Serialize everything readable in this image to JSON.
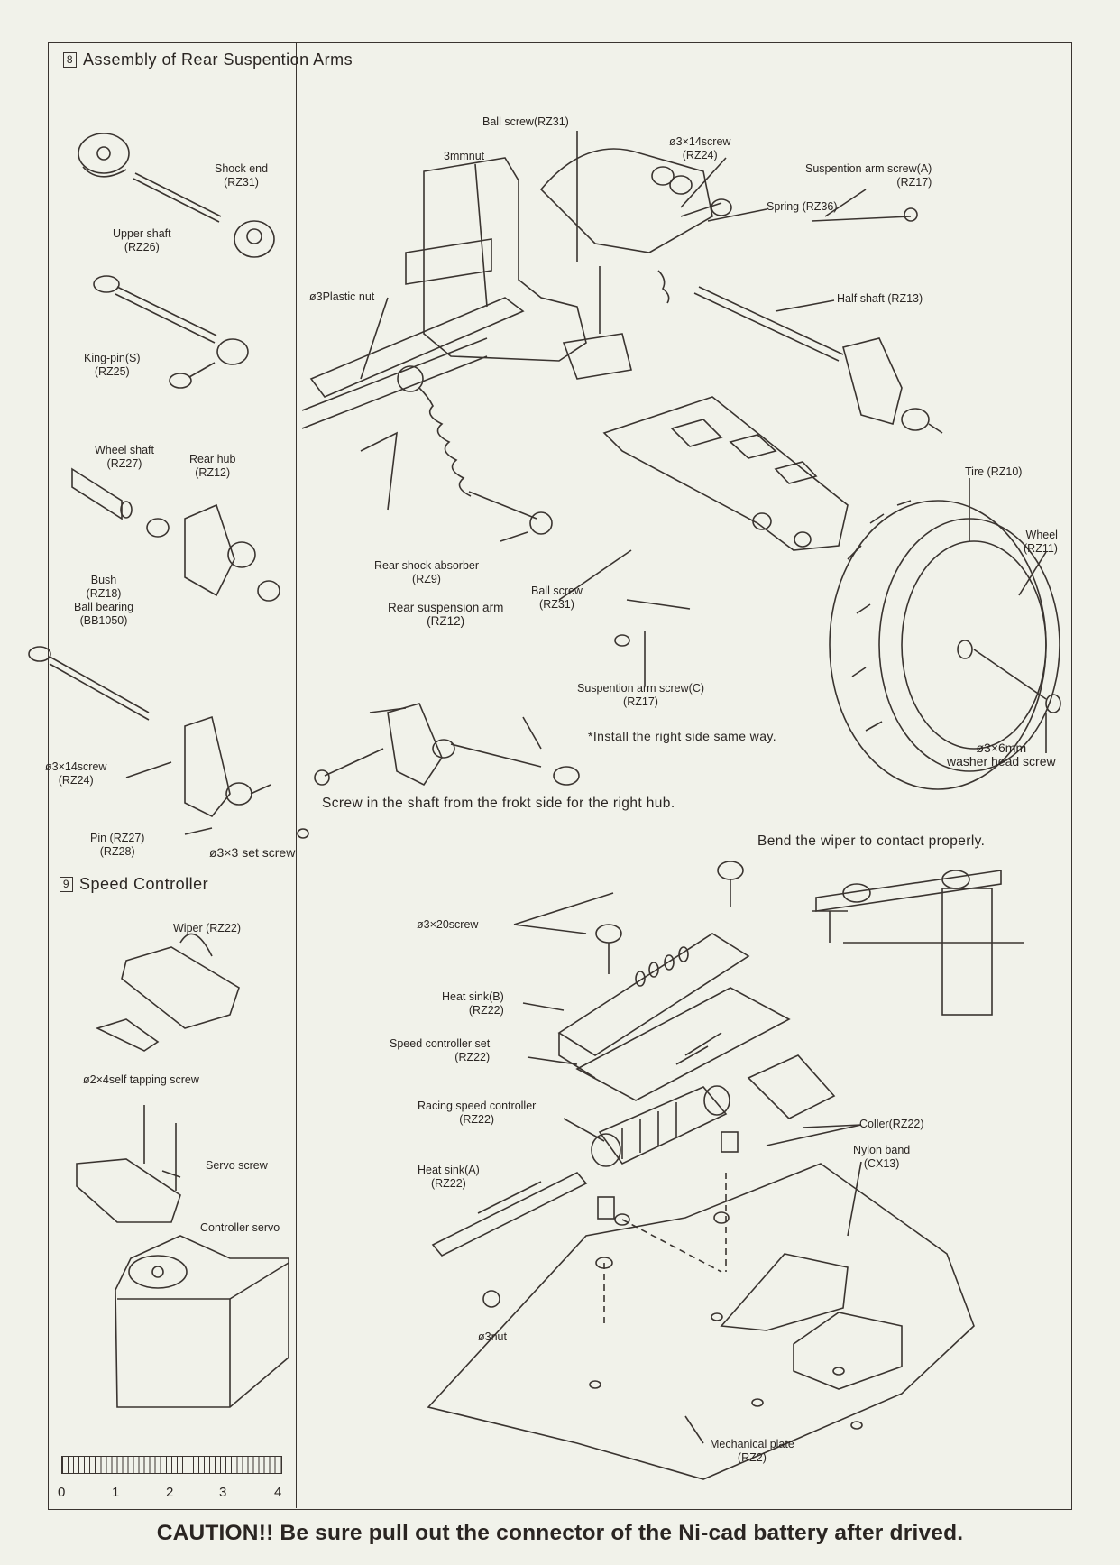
{
  "section8": {
    "number": "8",
    "title": "Assembly of Rear Suspention Arms"
  },
  "section9": {
    "number": "9",
    "title": "Speed Controller"
  },
  "left_top_labels": {
    "shock_end": "Shock end\n(RZ31)",
    "upper_shaft": "Upper shaft\n(RZ26)",
    "king_pin": "King-pin(S)\n(RZ25)",
    "wheel_shaft": "Wheel shaft\n(RZ27)",
    "rear_hub": "Rear hub\n(RZ12)",
    "bush_bearing": "Bush\n(RZ18)\nBall bearing\n(BB1050)",
    "screw_3x14": "ø3×14screw\n(RZ24)",
    "pin": "Pin (RZ27)\n(RZ28)",
    "set_screw": "ø3×3 set screw"
  },
  "main_labels": {
    "ball_screw_top": "Ball screw(RZ31)",
    "nut_3mm": "3mmnut",
    "screw_3x14_top": "ø3×14screw\n(RZ24)",
    "susp_arm_screw_a": "Suspention arm screw(A)\n(RZ17)",
    "spring": "Spring (RZ36)",
    "plastic_nut": "ø3Plastic nut",
    "half_shaft": "Half shaft (RZ13)",
    "tire": "Tire (RZ10)",
    "wheel": "Wheel\n(RZ11)",
    "rear_shock": "Rear shock absorber\n(RZ9)",
    "rear_arm": "Rear suspension arm\n(RZ12)",
    "ball_screw_mid": "Ball screw\n(RZ31)",
    "susp_arm_screw_c": "Suspention arm screw(C)\n(RZ17)",
    "install_note": "*Install the right side same way.",
    "washer_screw": "ø3×6mm\nwasher head screw",
    "front_note": "Screw in the shaft from the frokt side for the right hub."
  },
  "speed_labels": {
    "wiper": "Wiper (RZ22)",
    "tapping_screw": "ø2×4self tapping screw",
    "servo_screw": "Servo screw",
    "controller_servo": "Controller servo",
    "bend_note": "Bend the wiper to contact properly.",
    "screw_3x20": "ø3×20screw",
    "heat_sink_b": "Heat sink(B)\n(RZ22)",
    "controller_set": "Speed controller set\n(RZ22)",
    "racing_controller": "Racing speed controller\n(RZ22)",
    "coller": "Coller(RZ22)",
    "nylon_band": "Nylon band\n(CX13)",
    "heat_sink_a": "Heat sink(A)\n(RZ22)",
    "nut_3": "ø3nut",
    "mech_plate": "Mechanical plate\n(RZ2)"
  },
  "ruler": {
    "marks": [
      "0",
      "1",
      "2",
      "3",
      "4"
    ]
  },
  "caution": "CAUTION!! Be sure pull out the connector of the Ni-cad battery after drived."
}
